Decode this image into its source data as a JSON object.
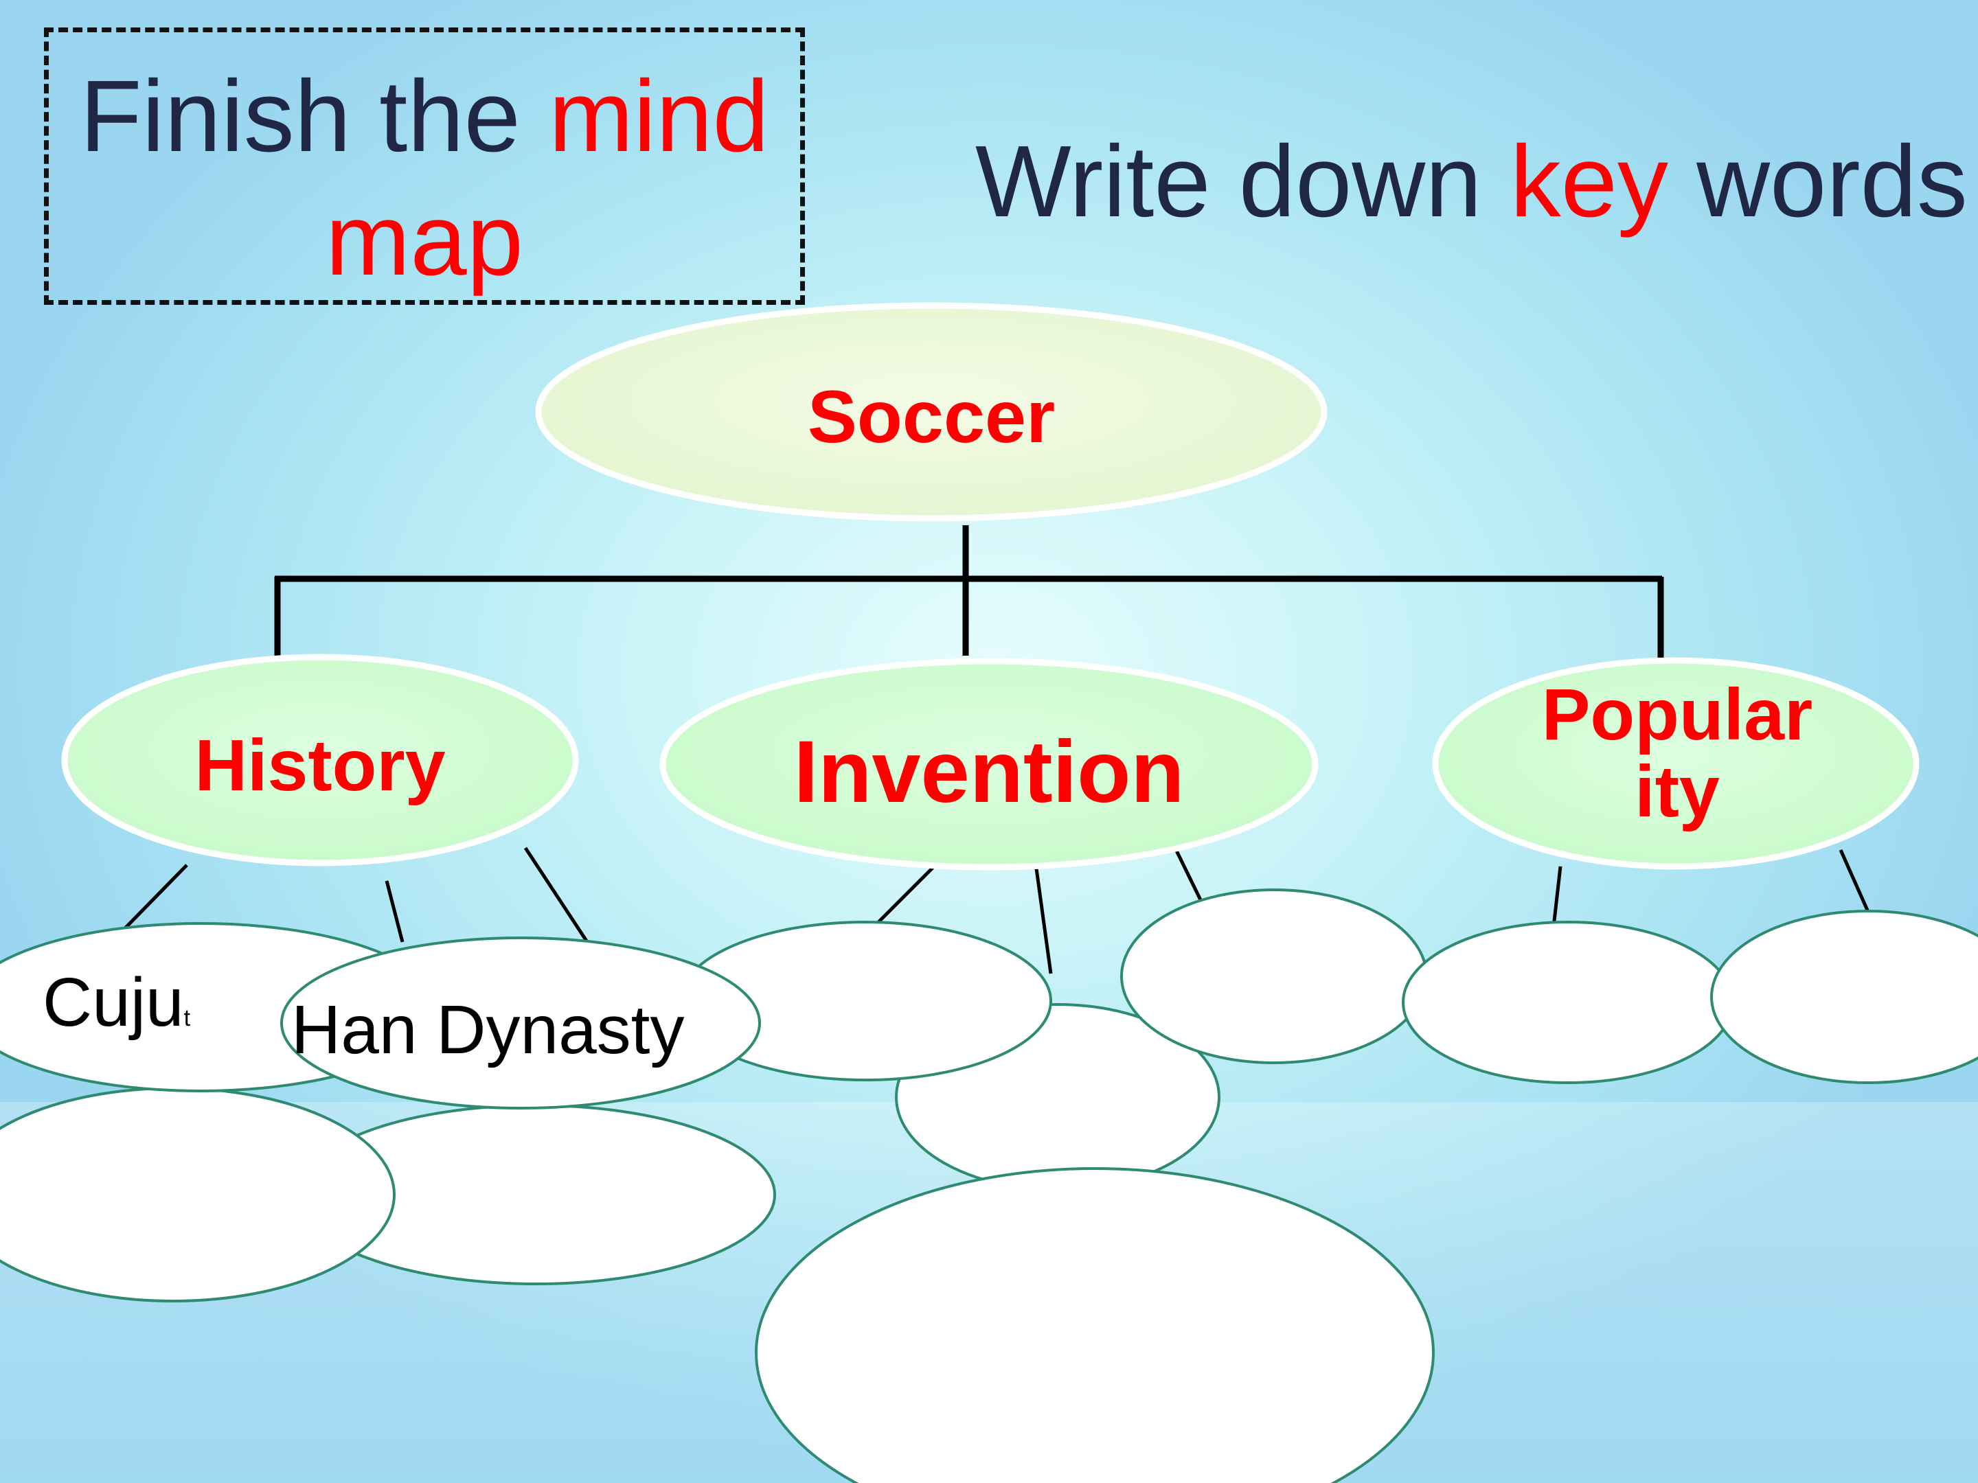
{
  "slide": {
    "title_parts": [
      "Finish the ",
      "mind map"
    ],
    "instruction_parts": [
      "Write down ",
      "key",
      " words"
    ],
    "colors": {
      "text": "#1f2744",
      "highlight": "#ff0000",
      "line": "#000000",
      "node_outline": "#2e8b72",
      "node_fill": "#ffffff"
    }
  },
  "mindmap": {
    "root": "Soccer",
    "branches": [
      {
        "label": "History",
        "leaves": [
          "Cuju",
          "Han Dynasty"
        ]
      },
      {
        "label": "Invention",
        "leaves": []
      },
      {
        "label": "Popular ity",
        "leaves": []
      }
    ],
    "cuju_superscript": "t"
  }
}
